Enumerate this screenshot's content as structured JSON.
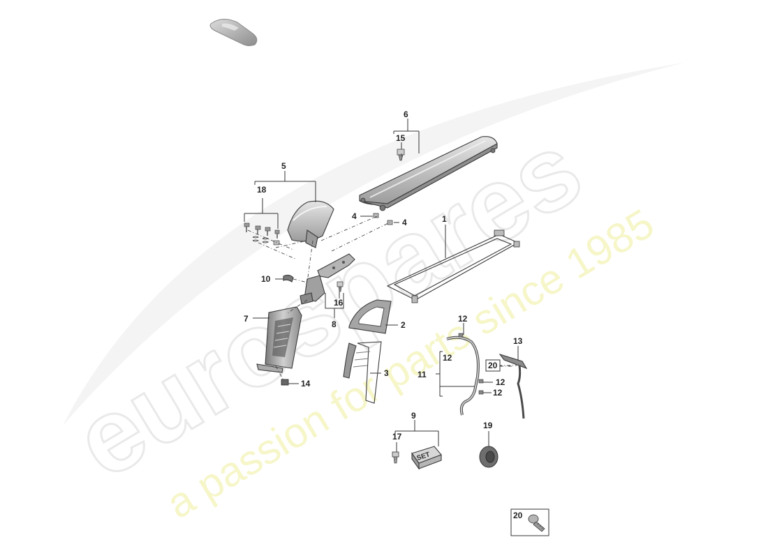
{
  "watermark": {
    "logo_text": "eurospares",
    "tagline": "a passion for parts since 1985"
  },
  "callouts": {
    "c1": "1",
    "c2": "2",
    "c3": "3",
    "c4a": "4",
    "c4b": "4",
    "c5": "5",
    "c6": "6",
    "c7": "7",
    "c8": "8",
    "c9": "9",
    "c10": "10",
    "c11": "11",
    "c12a": "12",
    "c12b": "12",
    "c12c": "12",
    "c12d": "12",
    "c13": "13",
    "c14": "14",
    "c15": "15",
    "c16": "16",
    "c17": "17",
    "c18": "18",
    "c19": "19",
    "c20a": "20",
    "c20b": "20"
  },
  "set_label": "SET",
  "colors": {
    "part_light": "#d9d9d9",
    "part_mid": "#a8a8a8",
    "part_dark": "#6b6b6b",
    "watermark_yellow": "#f3f3b8"
  }
}
